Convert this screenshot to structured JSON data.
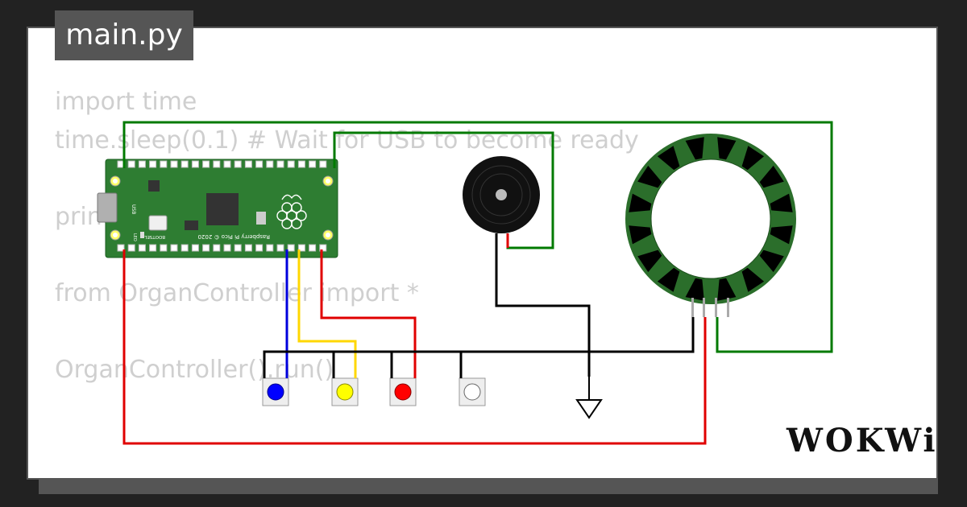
{
  "file_tab": {
    "label": "main.py"
  },
  "code_lines": [
    "import time",
    "time.sleep(0.1) # Wait for USB to become ready",
    "",
    "print(\"Hello, Pi Pico!\")",
    "",
    "from OrganController import *",
    "",
    "OrganController().run()"
  ],
  "board": {
    "usb_label": "USB",
    "bootsel_label": "BOOTSEL",
    "led_label": "LED",
    "silkscreen": "Raspberry Pi Pico © 2020"
  },
  "brand": {
    "label": "WOKWi"
  },
  "colors": {
    "board_green": "#2e7d32",
    "wire_green": "#007a00",
    "wire_red": "#e00000",
    "wire_black": "#000000",
    "wire_blue": "#0000dd",
    "wire_yellow": "#ffd700",
    "button_blue": "#0000ff",
    "button_yellow": "#ffff00",
    "button_red": "#ff0000",
    "button_white": "#ffffff"
  }
}
